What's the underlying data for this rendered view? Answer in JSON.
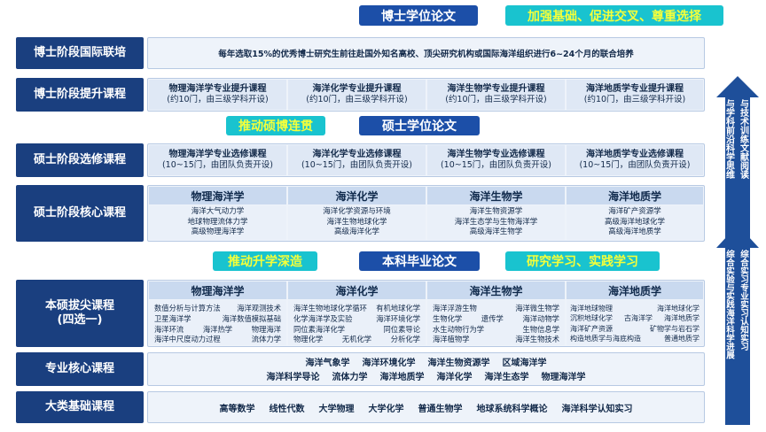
{
  "banners": {
    "phd_thesis": "博士学位论文",
    "phd_motto": "加强基础、促进交叉、尊重选择",
    "master_link": "推动硕博连贯",
    "master_thesis": "硕士学位论文",
    "undergrad_link": "推动升学深造",
    "undergrad_thesis": "本科毕业论文",
    "undergrad_motto": "研究学习、实践学习"
  },
  "rows": {
    "phd_intl": {
      "label": "博士阶段国际联培",
      "text": "每年选取15%的优秀博士研究生前往赴国外知名高校、顶尖研究机构或国际海洋组织进行6~24个月的联合培养"
    },
    "phd_upgrade": {
      "label": "博士阶段提升课程",
      "cells": [
        {
          "title": "物理海洋学专业提升课程",
          "sub": "(约10门，由三级学科开设)"
        },
        {
          "title": "海洋化学专业提升课程",
          "sub": "(约10门，由三级学科开设)"
        },
        {
          "title": "海洋生物学专业提升课程",
          "sub": "(约10门，由三级学科开设)"
        },
        {
          "title": "海洋地质学专业提升课程",
          "sub": "(约10门，由三级学科开设)"
        }
      ]
    },
    "master_elective": {
      "label": "硕士阶段选修课程",
      "cells": [
        {
          "title": "物理海洋学专业选修课程",
          "sub": "(10~15门，由团队负责开设)"
        },
        {
          "title": "海洋化学专业选修课程",
          "sub": "(10~15门，由团队负责开设)"
        },
        {
          "title": "海洋生物学专业选修课程",
          "sub": "(10~15门，由团队负责开设)"
        },
        {
          "title": "海洋地质学专业选修课程",
          "sub": "(10~15门，由团队负责开设)"
        }
      ]
    },
    "master_core": {
      "label": "硕士阶段核心课程",
      "cols": [
        {
          "head": "物理海洋学",
          "lines": [
            "海洋大气动力学",
            "地球物理流体力学",
            "高级物理海洋学"
          ]
        },
        {
          "head": "海洋化学",
          "lines": [
            "海洋化学资源与环境",
            "海洋生物地球化学",
            "高级海洋化学"
          ]
        },
        {
          "head": "海洋生物学",
          "lines": [
            "海洋生物资源学",
            "海洋生态学与生物海洋学",
            "高级海洋生物学"
          ]
        },
        {
          "head": "海洋地质学",
          "lines": [
            "海洋矿产资源学",
            "高级海洋地球化学",
            "高级海洋地质学"
          ]
        }
      ]
    },
    "top_talent": {
      "label1": "本硕拔尖课程",
      "label2": "(四选一)",
      "cols": [
        {
          "head": "物理海洋学",
          "lines": [
            [
              "数值分析与计算方法",
              "海洋观测技术"
            ],
            [
              "卫星海洋学",
              "海洋数值模拟基础"
            ],
            [
              "海洋环流",
              "海洋热学",
              "物理海洋"
            ],
            [
              "海洋中尺度动力过程",
              "流体力学"
            ]
          ]
        },
        {
          "head": "海洋化学",
          "lines": [
            [
              "海洋生物地球化学循环",
              "有机地球化学"
            ],
            [
              "化学海洋学及实验",
              "海洋环境化学"
            ],
            [
              "同位素海洋化学",
              "同位素导论"
            ],
            [
              "物理化学",
              "无机化学",
              "分析化学"
            ]
          ]
        },
        {
          "head": "海洋生物学",
          "lines": [
            [
              "海洋浮游生物",
              "海洋微生物学"
            ],
            [
              "生物化学",
              "遗传学",
              "海洋动物学"
            ],
            [
              "水生动物行为学",
              "生物信息学"
            ],
            [
              "海洋植物学",
              "海洋生物技术"
            ]
          ]
        },
        {
          "head": "海洋地质学",
          "lines": [
            [
              "海洋地球物理",
              "海洋地球化学"
            ],
            [
              "沉积地球化学",
              "古海洋学",
              "海洋地质学"
            ],
            [
              "海洋矿产资源",
              "矿物学与岩石学"
            ],
            [
              "构造地质学与海底构造",
              "普通地质学"
            ]
          ]
        }
      ]
    },
    "major_core": {
      "label": "专业核心课程",
      "line1": [
        "海洋气象学",
        "海洋环境化学",
        "海洋生物资源学",
        "区域海洋学"
      ],
      "line2": [
        "海洋科学导论",
        "流体力学",
        "海洋地质学",
        "海洋化学",
        "海洋生态学",
        "物理海洋学"
      ]
    },
    "general": {
      "label": "大类基础课程",
      "items": [
        "高等数学",
        "线性代数",
        "大学物理",
        "大学化学",
        "普通生物学",
        "地球系统科学概论",
        "海洋科学认知实习"
      ]
    }
  },
  "arrows": {
    "upper": {
      "col1": "与学科前沿科学思维",
      "col2": "与技术训练文献阅读"
    },
    "lower": {
      "col1": "综合实验与实践海洋科学进展",
      "col2": "综合实习专业实习认知实习"
    }
  },
  "colors": {
    "label_bg": "#1a3f7f",
    "banner_blue": "#1c4fa8",
    "banner_cyan": "#19c3cf",
    "banner_yellow_text": "#f5ff3a",
    "arrow_blue": "#1e4f9a"
  }
}
